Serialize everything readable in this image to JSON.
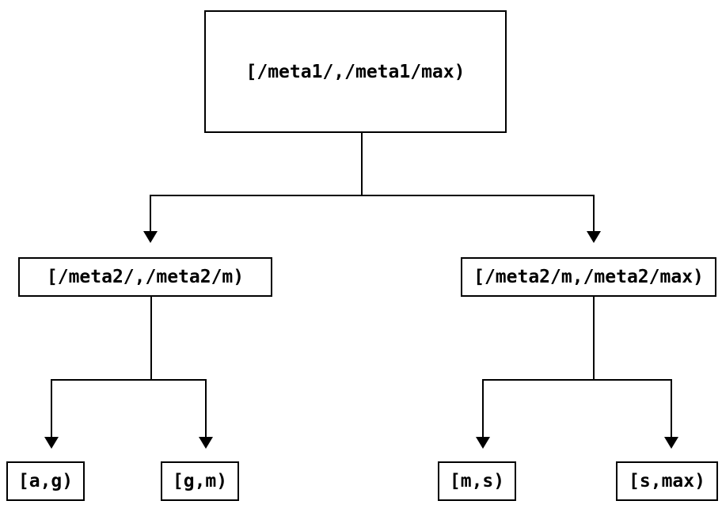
{
  "diagram": {
    "type": "tree",
    "background_color": "#ffffff",
    "line_color": "#000000",
    "box_border_color": "#000000",
    "text_color": "#000000",
    "nodes": {
      "root": {
        "label": "[/meta1/,/meta1/max)"
      },
      "meta2_left": {
        "label": "[/meta2/,/meta2/m)"
      },
      "meta2_right": {
        "label": "[/meta2/m,/meta2/max)"
      },
      "leaf_ag": {
        "label": "[a,g)"
      },
      "leaf_gm": {
        "label": "[g,m)"
      },
      "leaf_ms": {
        "label": "[m,s)"
      },
      "leaf_smax": {
        "label": "[s,max)"
      }
    },
    "edges": [
      {
        "from": "root",
        "to": "meta2_left"
      },
      {
        "from": "root",
        "to": "meta2_right"
      },
      {
        "from": "meta2_left",
        "to": "leaf_ag"
      },
      {
        "from": "meta2_left",
        "to": "leaf_gm"
      },
      {
        "from": "meta2_right",
        "to": "leaf_ms"
      },
      {
        "from": "meta2_right",
        "to": "leaf_smax"
      }
    ]
  }
}
